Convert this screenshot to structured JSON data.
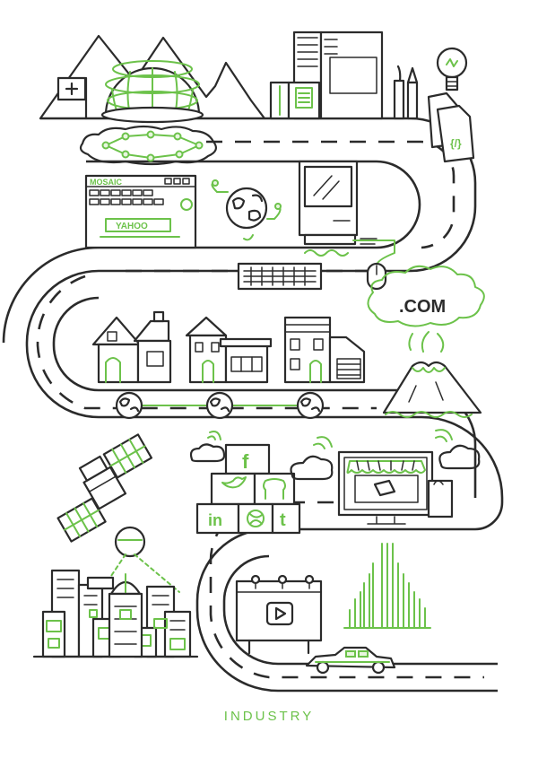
{
  "caption": "INDUSTRY",
  "browser": {
    "title": "MOSAIC",
    "search_text": "YAHOO"
  },
  "cloud_text": ".COM",
  "social": {
    "facebook": "f",
    "linkedin": "in",
    "tumblr": "t"
  },
  "colors": {
    "accent": "#6cc24a",
    "ink": "#2b2b2b",
    "background": "#ffffff"
  }
}
